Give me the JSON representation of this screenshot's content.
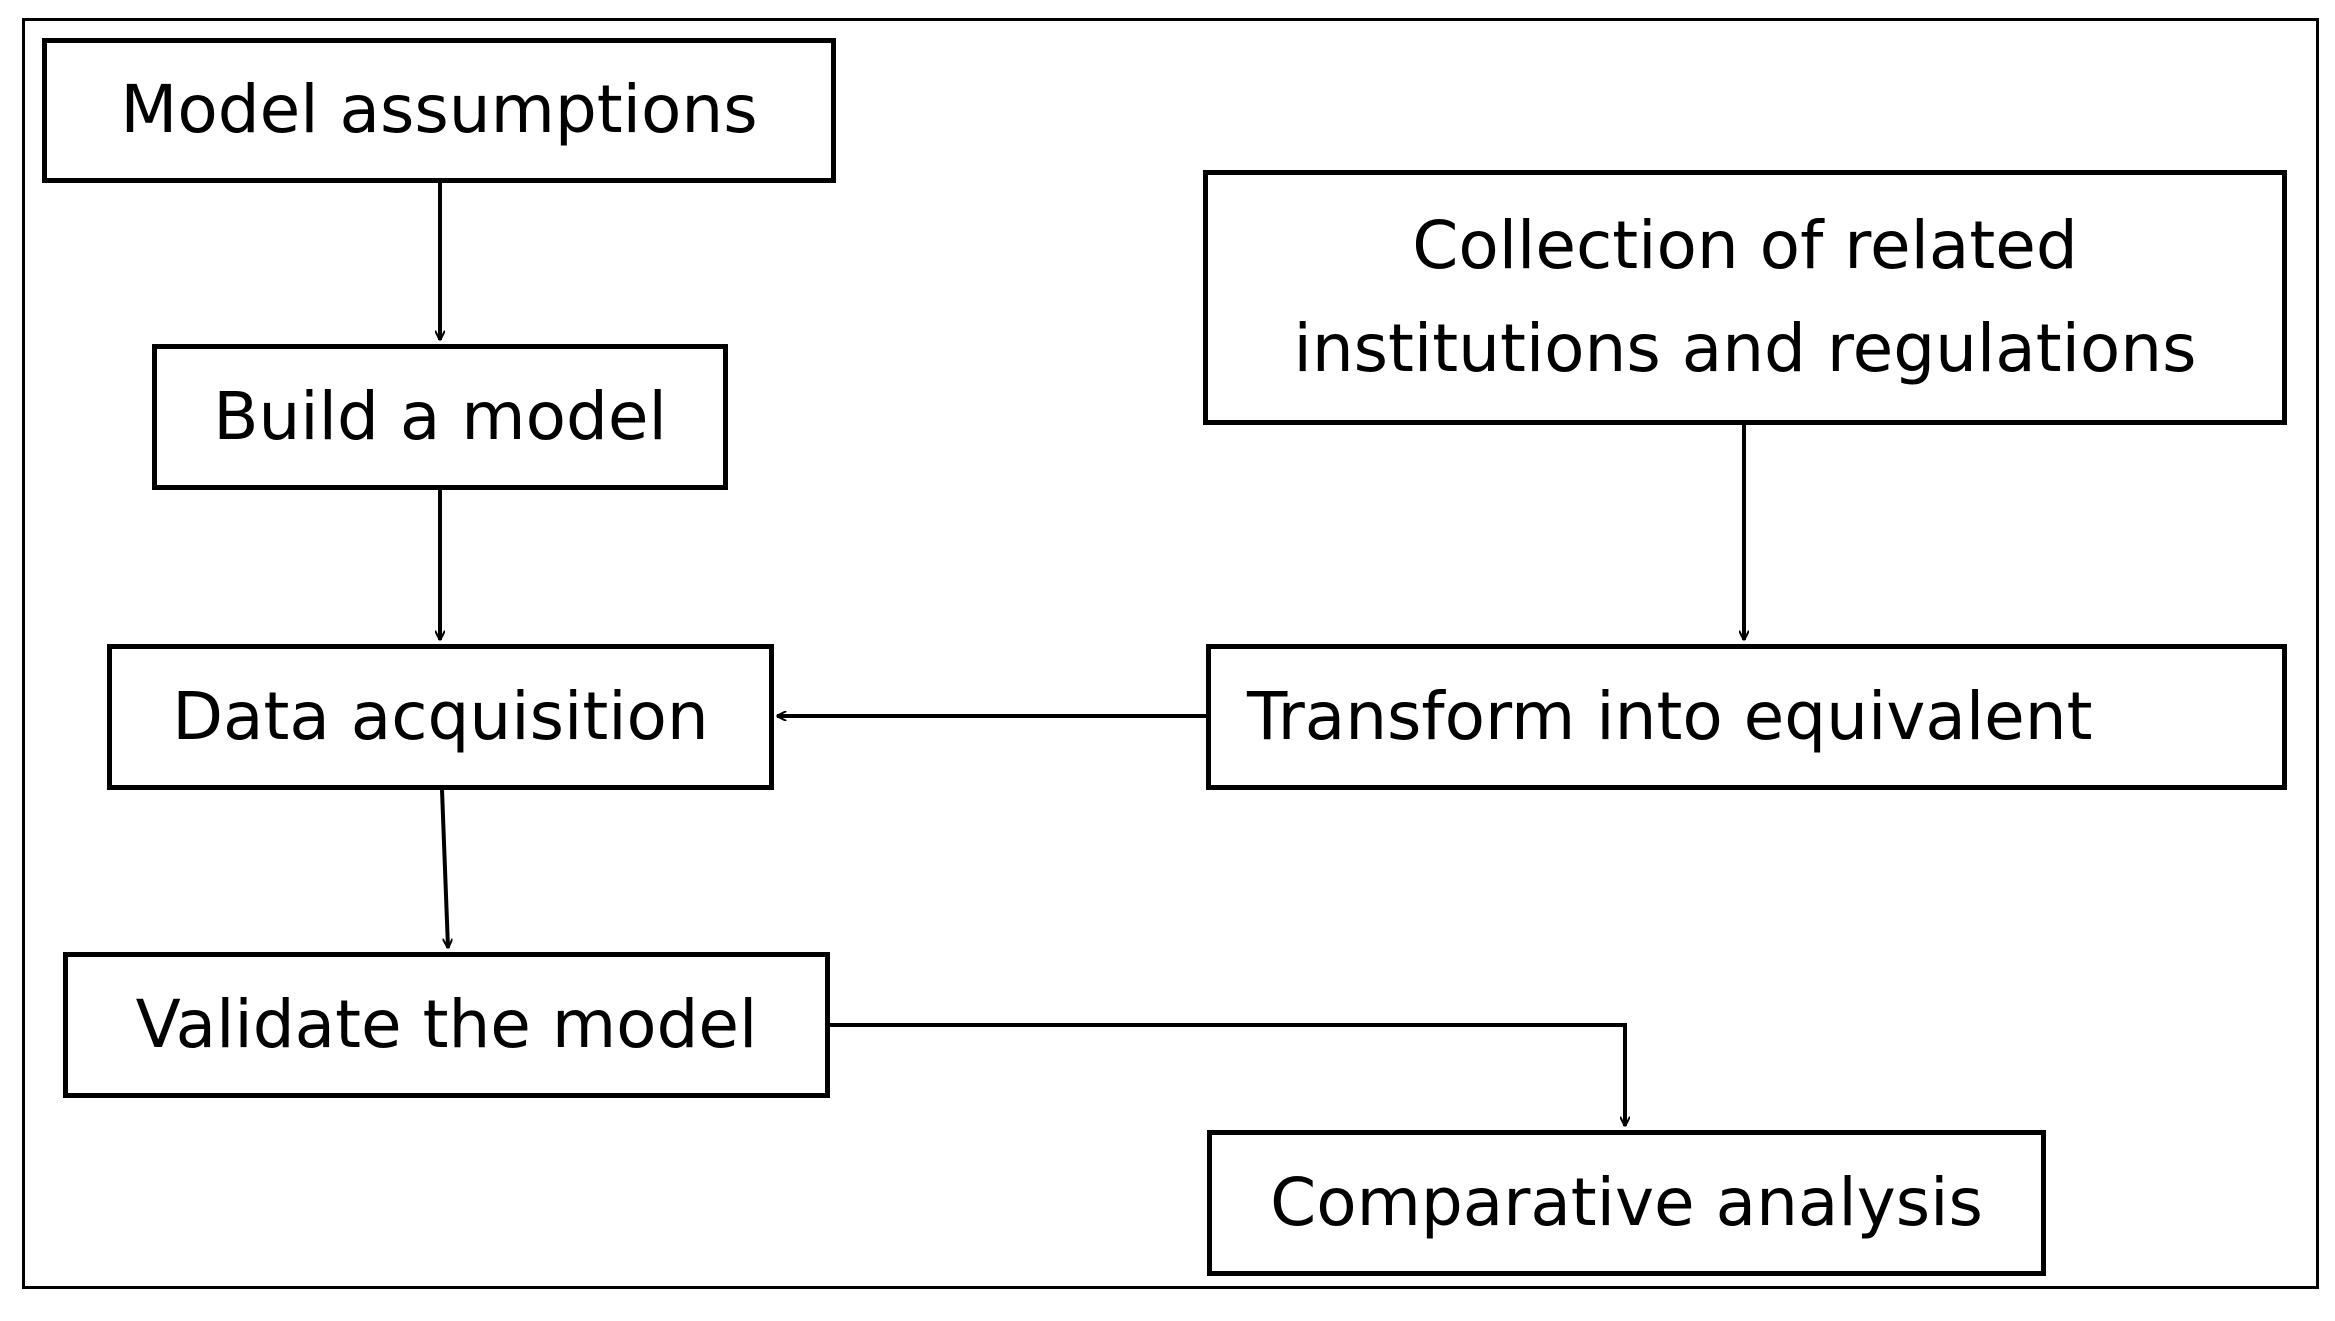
{
  "diagram": {
    "boxes": {
      "model_assumptions": {
        "label": "Model assumptions"
      },
      "build_model": {
        "label": "Build a model"
      },
      "data_acquisition": {
        "label": "Data acquisition"
      },
      "validate_model": {
        "label": "Validate the model"
      },
      "collection": {
        "line1": "Collection of related",
        "line2": "institutions and regulations"
      },
      "transform": {
        "label": "Transform into equivalent"
      },
      "comparative": {
        "label": "Comparative analysis"
      }
    },
    "colors": {
      "stroke": "#000000",
      "background": "#ffffff"
    }
  }
}
